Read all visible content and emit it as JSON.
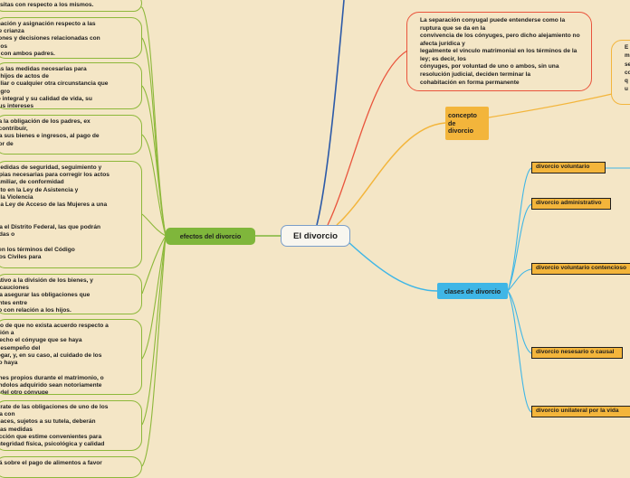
{
  "central_topic": "El divorcio",
  "branches": {
    "effects": {
      "label": "efectos del divorcio",
      "items": [
        "e visitas con respecto a los mismos.",
        "minación y asignación respecto a las\ns de crianza\ncciones y decisiones relacionadas con\nde los\nivir con ambos padres.",
        "odas las medidas necesarias para\n los hijos de actos de\namiliar o cualquier otra circunstancia que\npeligro\nollo integral y su calidad de vida, su\no sus intereses",
        "vo a la obligación de los padres, ex\nde contribuir,\nón a sus bienes e ingresos, al pago de\n favor de",
        "s medidas de seguridad, seguimiento y\nerapias necesarias para corregir los actos\na familiar, de conformidad\nuesto en la Ley de Asistencia y\nn a la Violencia\n en la Ley de Acceso de las Mujeres a una\nde\n\npara el Distrito Federal, las que podrán\nndidas o\n\nas en los términos del Código\nentos Civiles para\n\n Federal.",
        " relativo a la división de los bienes, y\nPrecauciones\npara asegurar las obligaciones que\ndientes entre\nes o con relación a los hijos.",
        "caso de que no exista acuerdo respecto a\nsación a\n derecho el cónyuge que se haya\nal desempeño del\nl hogar, y, en su caso, al cuidado de los\ne no haya\n\nbienes propios durante el matrimonio, o\nbiéndolos adquirido sean notoriamente\n los del otro cónyuge",
        "se trate de las obligaciones de uno de los\npara con\ncapaces, sujetos a su tutela, deberán\nse las medidas\notección que estime convenientes para\nu integridad física, psicológica y calidad",
        "verá sobre el pago de alimentos a favor"
      ]
    },
    "concept": {
      "label": "concepto\nde\ndivorcio",
      "definition": "La separación conyugal puede entenderse como la ruptura que se da en la\nconvivencia de los cónyuges, pero dicho alejamiento no afecta jurídica y\nlegalmente el vínculo matrimonial en los términos de la ley; es decir, los\ncónyuges, por voluntad de uno o ambos, sin una resolución judicial, deciden terminar la\ncohabitación en forma permanente",
      "definition_2": "E\nm\nse\nco\nq\nu\n\nco\ne"
    },
    "types": {
      "label": "clases de divorcio",
      "items": [
        "divorcio voluntario",
        "divorcio administrativo",
        "divorcio voluntario contencioso",
        "divorcio nesesario o causal",
        "divorcio unilateral por la vida"
      ]
    }
  },
  "colors": {
    "background": "#f4e6c6",
    "effects_branch": "#7fb63b",
    "concept_branch": "#f3b53b",
    "types_branch": "#3fb6e6",
    "definition_border": "#e9543c",
    "top_line": "#2c5aa8"
  }
}
